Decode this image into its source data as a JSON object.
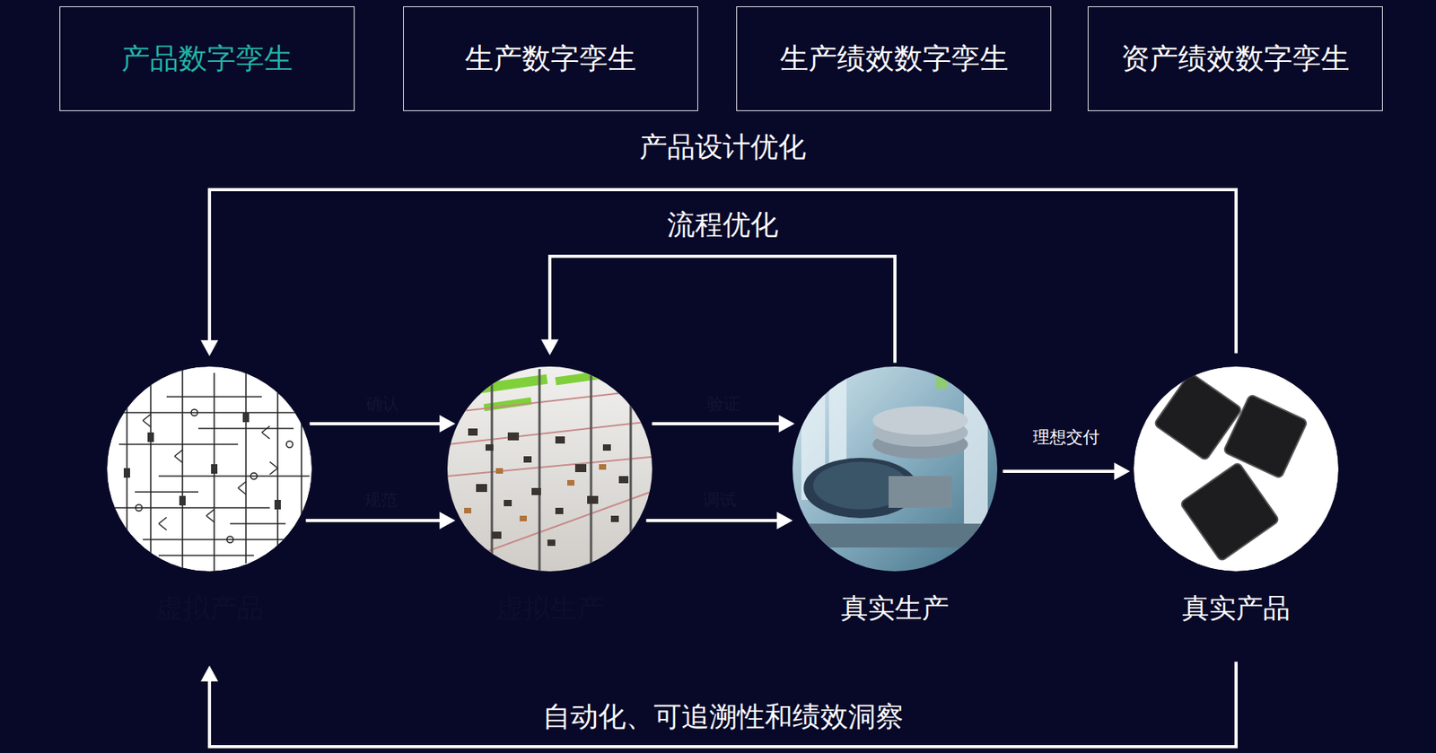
{
  "diagram": {
    "nodes": [
      {
        "text": [
          "产品数字孪生"
        ]
      },
      {
        "text": [
          "生产数字孪生"
        ]
      },
      {
        "text": [
          "生产绩效数字孪生"
        ]
      },
      {
        "text": [
          "资产绩效数字孪生"
        ]
      },
      {
        "text": [
          "虚拟产品"
        ]
      },
      {
        "text": [
          "虚拟生产"
        ]
      },
      {
        "text": [
          "真实生产"
        ]
      },
      {
        "text": [
          "真实产品"
        ]
      }
    ],
    "edges": [
      {
        "from": 4,
        "to": 5,
        "label": "确认",
        "arrow": "to"
      },
      {
        "from": 4,
        "to": 5,
        "label": "规范",
        "arrow": "to"
      },
      {
        "from": 5,
        "to": 6,
        "label": "验证",
        "arrow": "to"
      },
      {
        "from": 5,
        "to": 6,
        "label": "调试",
        "arrow": "to"
      },
      {
        "from": 6,
        "to": 7,
        "label": "理想交付",
        "arrow": "to"
      },
      {
        "from": 7,
        "to": 4,
        "label": "产品设计优化",
        "arrow": "to"
      },
      {
        "from": 6,
        "to": 5,
        "label": "流程优化",
        "arrow": "to"
      },
      {
        "from": 7,
        "to": 4,
        "label": "自动化、可追溯性和绩效洞察",
        "arrow": "to"
      }
    ]
  }
}
